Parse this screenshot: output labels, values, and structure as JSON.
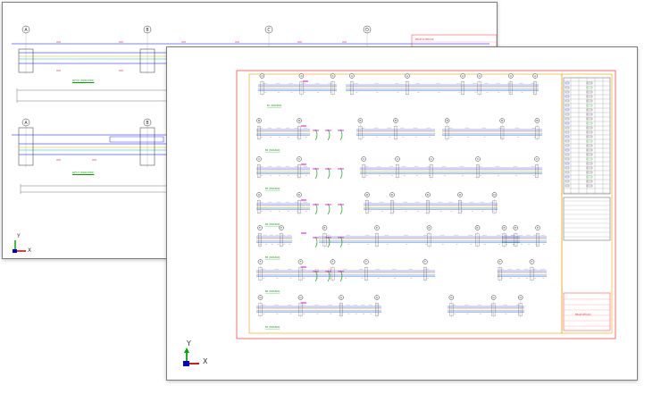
{
  "back_sheet": {
    "grid_labels": [
      "A",
      "B",
      "C",
      "D"
    ],
    "lower_grid_labels": [
      "A",
      "B"
    ],
    "section_titles": [
      "GF12 (500x700)",
      "GF13 (500x700)"
    ],
    "title_block_text": "BEAM SCHEDULE"
  },
  "front_sheet": {
    "row_titles": [
      "B1 (300x600)",
      "B2 (300x600)",
      "B3 (300x600)",
      "B4 (300x600)",
      "B5 (300x600)",
      "B6 (300x600)",
      "B7 (300x600)"
    ],
    "sheet_title": "BEAM DETAILS"
  },
  "ucs": {
    "y_label": "Y",
    "x_label": "X"
  },
  "colors": {
    "beam_line": "#0000ff",
    "red_border": "#ff3030",
    "orange_border": "#f0a000",
    "green_text": "#00a000",
    "magenta": "#e000e0",
    "cyan": "#00c0c0",
    "yellow": "#d0c000"
  }
}
